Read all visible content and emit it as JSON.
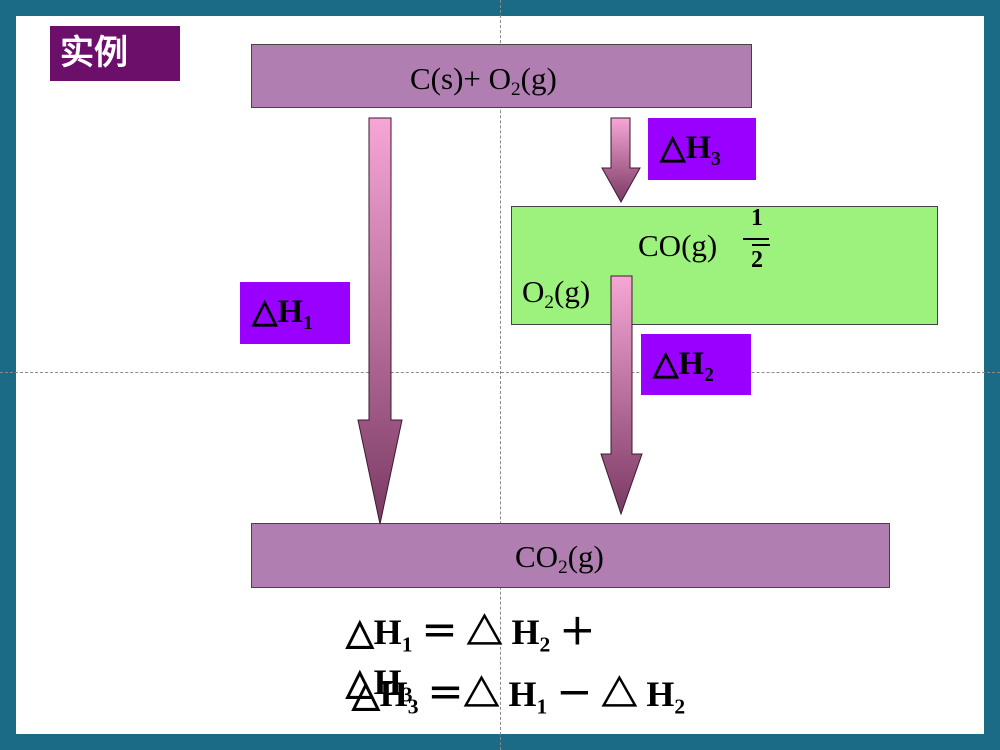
{
  "badge": {
    "text": "实例"
  },
  "top_box": {
    "species1": "C(s)+ O",
    "species1_sub": "2",
    "species1_tail": "(g)"
  },
  "middle_box": {
    "co": "CO(g)",
    "frac_num": "1",
    "frac_den": "2",
    "o2": "O",
    "o2_sub": "2",
    "o2_tail": "(g)"
  },
  "bottom_box": {
    "co2": "CO",
    "co2_sub": "2",
    "co2_tail": "(g)"
  },
  "tags": {
    "h3": {
      "symbol": "△H",
      "sub": "3"
    },
    "h1": {
      "symbol": "△H",
      "sub": "1"
    },
    "h2": {
      "symbol": "△H",
      "sub": "2"
    }
  },
  "equations": {
    "eq1": {
      "a": "△H",
      "a_sub": "1",
      "op1": " ＝ ",
      "b": "△ H",
      "b_sub": "2",
      "op2": "  ＋"
    },
    "eq1_next": {
      "c": "△H",
      "c_sub": "3"
    },
    "eq2": {
      "a": "△H",
      "a_sub": "3",
      "op1": " ＝",
      "b": "△ H",
      "b_sub": "1",
      "op2": "  －  ",
      "c": "△ H",
      "c_sub": "2"
    }
  },
  "colors": {
    "frame": "#1b6a86",
    "badge_bg": "#6b0f6b",
    "box_purple": "#b07eb1",
    "box_green": "#9cf27c",
    "tag_bg": "#9900ff",
    "arrow_light": "#f7a6d6",
    "arrow_dark": "#7a3a63"
  }
}
